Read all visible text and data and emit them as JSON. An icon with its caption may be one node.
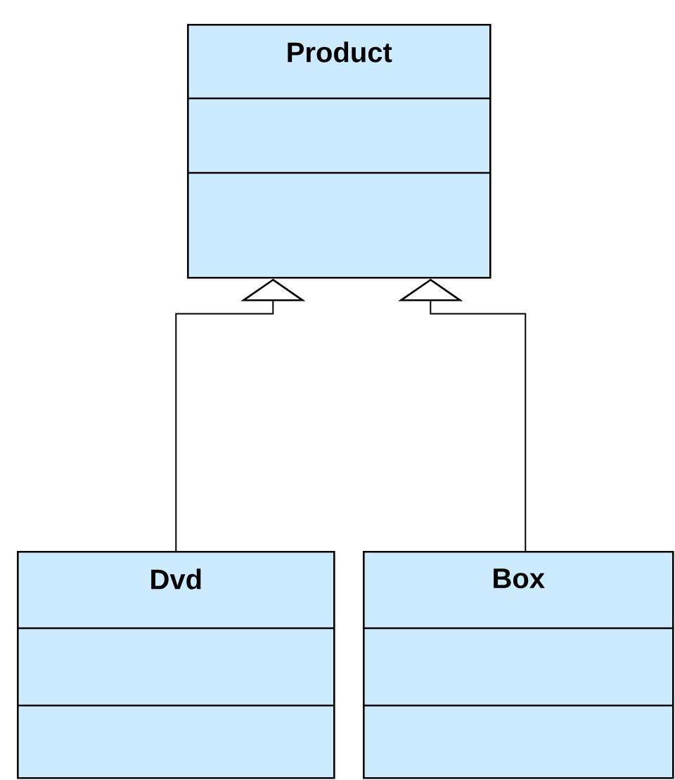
{
  "diagram": {
    "nodes": [
      {
        "text": [
          "Product"
        ]
      },
      {
        "text": [
          "Dvd"
        ]
      },
      {
        "text": [
          "Box"
        ]
      }
    ],
    "edges": [
      {
        "from": 1,
        "to": 0,
        "arrow": "to"
      },
      {
        "from": 2,
        "to": 0,
        "arrow": "to"
      }
    ]
  }
}
